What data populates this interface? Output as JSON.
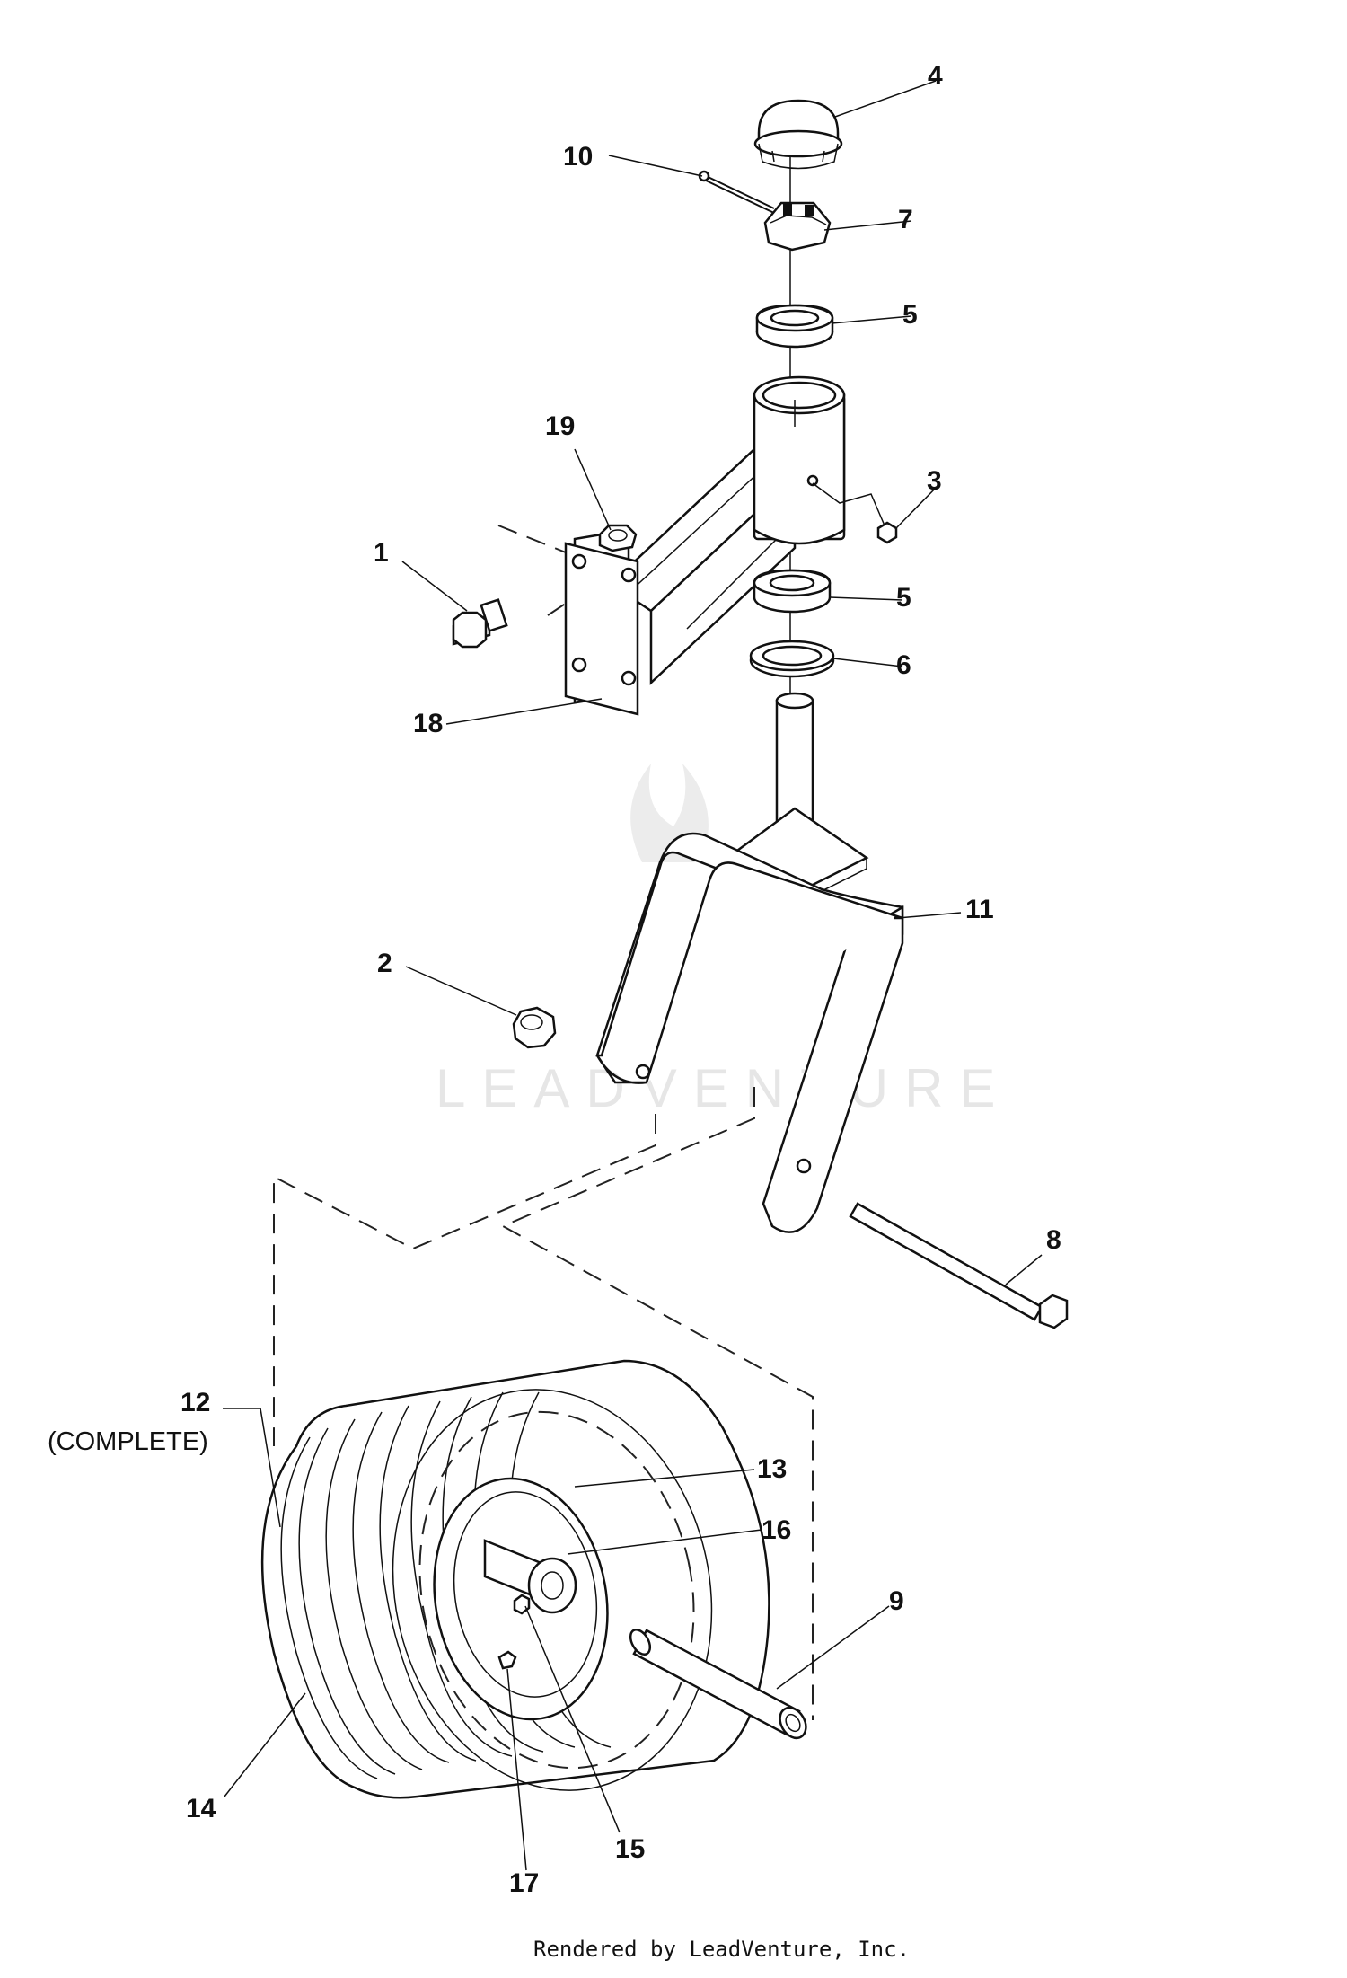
{
  "callouts": {
    "c1": "1",
    "c2": "2",
    "c3": "3",
    "c4": "4",
    "c5a": "5",
    "c5b": "5",
    "c6": "6",
    "c7": "7",
    "c8": "8",
    "c9": "9",
    "c10": "10",
    "c11": "11",
    "c12": "12",
    "c13": "13",
    "c14": "14",
    "c15": "15",
    "c16": "16",
    "c17": "17",
    "c18": "18",
    "c19": "19"
  },
  "complete_note": "(COMPLETE)",
  "watermark": "LEADVENTURE",
  "footer": "Rendered by LeadVenture, Inc."
}
